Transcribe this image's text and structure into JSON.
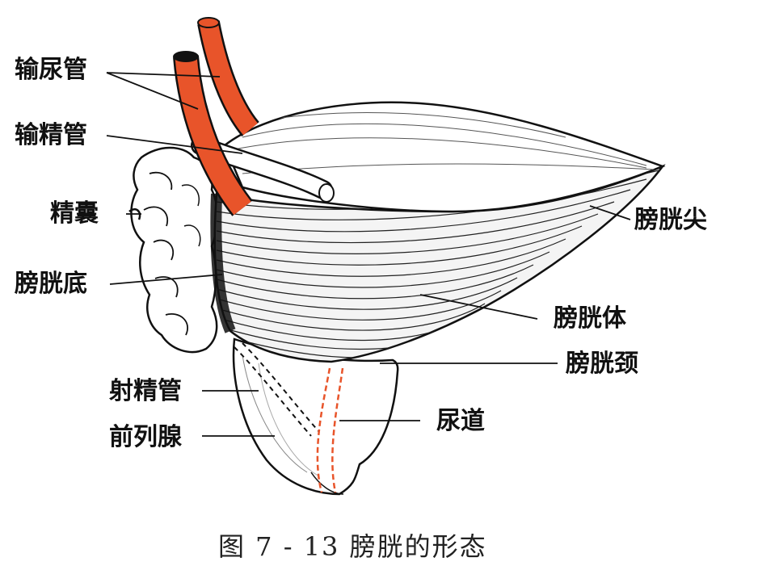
{
  "labels": {
    "ureter": "输尿管",
    "vas_deferens": "输精管",
    "seminal_vesicle": "精囊",
    "bladder_fundus": "膀胱底",
    "bladder_apex": "膀胱尖",
    "bladder_body": "膀胱体",
    "bladder_neck": "膀胱颈",
    "ejaculatory_duct": "射精管",
    "prostate": "前列腺",
    "urethra": "尿道"
  },
  "caption": "图 7 - 13   膀胱的形态",
  "colors": {
    "ureter": "#e8542a",
    "urethra_line": "#e8542a",
    "outline": "#111111",
    "background": "#ffffff"
  }
}
